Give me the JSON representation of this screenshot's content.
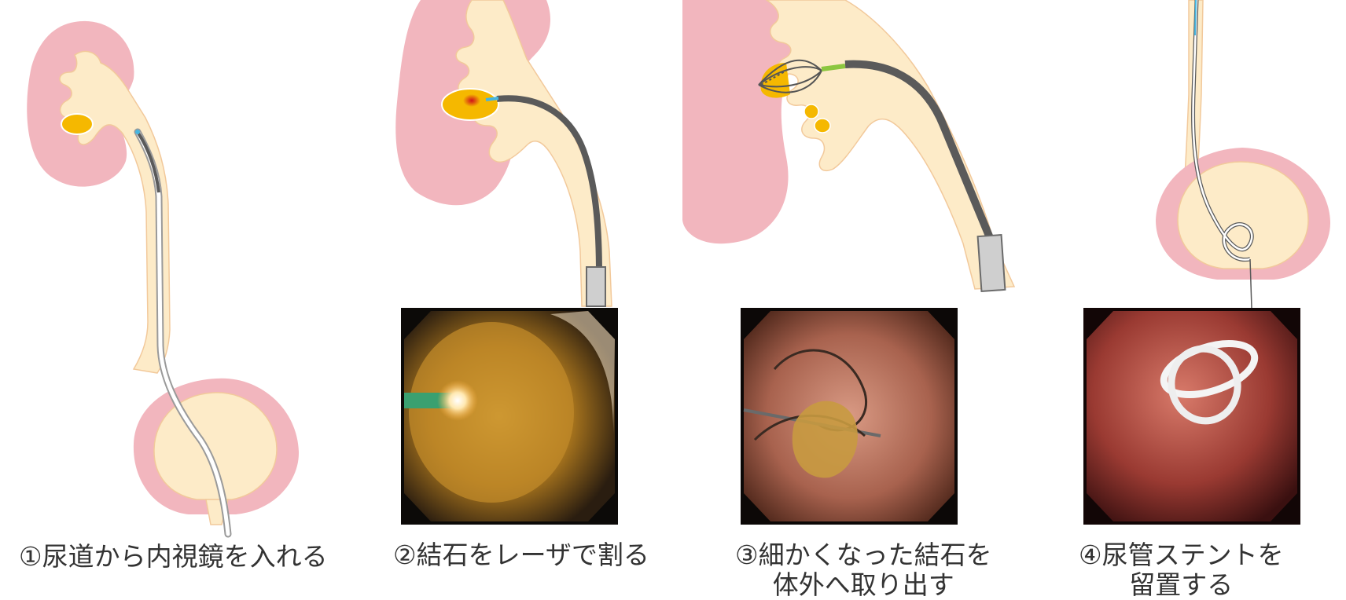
{
  "colors": {
    "kidney_outer": "#F2B6BE",
    "urinary_tract": "#FDEBC8",
    "tract_outline": "#F2C99B",
    "stone": "#F5B800",
    "scope": "#5A5A5A",
    "scope_tip": "#46B6E0",
    "guide": "#8CC63F"
  },
  "panels": [
    {
      "id": 1,
      "title": "尿道から内視鏡を入れる",
      "lines": [
        "①尿道から内視鏡を入れる"
      ],
      "photo": null
    },
    {
      "id": 2,
      "title": "結石をレーザで割る",
      "lines": [
        "②結石をレーザで割る"
      ],
      "photo": "laser-lithotripsy-photo"
    },
    {
      "id": 3,
      "title": "細かくなった結石を体外へ取り出す",
      "lines": [
        "③細かくなった結石を",
        "体外へ取り出す"
      ],
      "photo": "basket-extraction-photo"
    },
    {
      "id": 4,
      "title": "尿管ステントを留置する",
      "lines": [
        "④尿管ステントを",
        "留置する"
      ],
      "photo": "stent-placement-photo"
    }
  ]
}
